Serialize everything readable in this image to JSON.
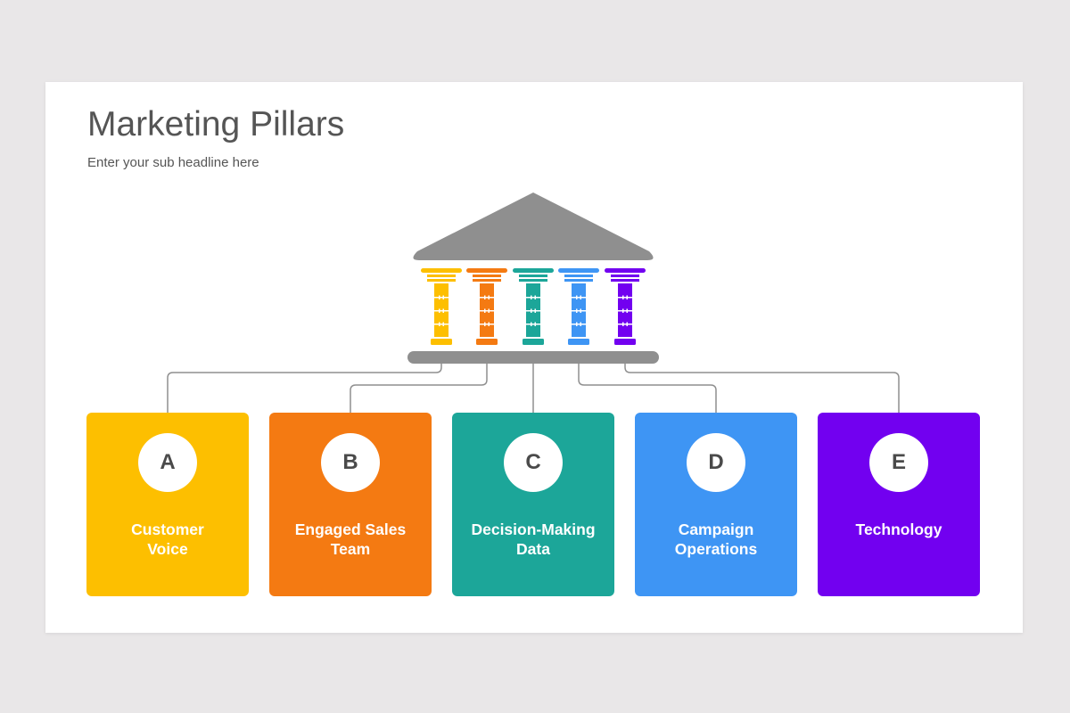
{
  "header": {
    "title": "Marketing Pillars",
    "subtitle": "Enter your sub headline here"
  },
  "colors": {
    "roof": "#8f8f8f",
    "connector": "#8f8f8f"
  },
  "pillars": [
    {
      "letter": "A",
      "label": "Customer\nVoice",
      "color": "#fdbf00"
    },
    {
      "letter": "B",
      "label": "Engaged Sales\nTeam",
      "color": "#f47a12"
    },
    {
      "letter": "C",
      "label": "Decision-Making\nData",
      "color": "#1ca699"
    },
    {
      "letter": "D",
      "label": "Campaign\nOperations",
      "color": "#3e95f4"
    },
    {
      "letter": "E",
      "label": "Technology",
      "color": "#7200f0"
    }
  ]
}
